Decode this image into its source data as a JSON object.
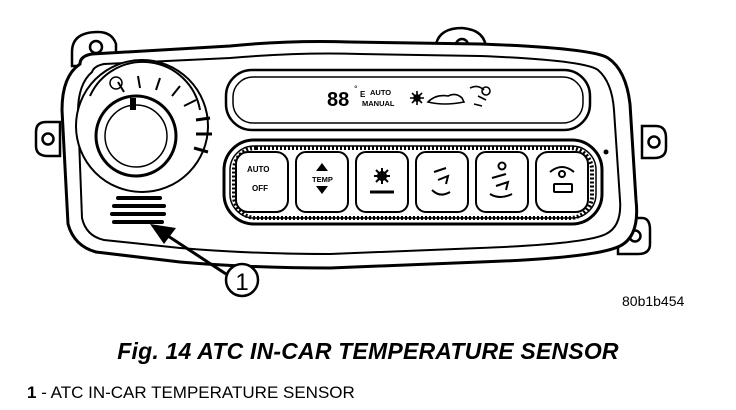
{
  "figure": {
    "display": {
      "digits": "88",
      "degree_mark": "°",
      "scale": "E",
      "mode_auto": "AUTO",
      "mode_manual": "MANUAL"
    },
    "buttons": [
      {
        "top": "AUTO",
        "bottom": "OFF"
      },
      {
        "top": "TEMP",
        "bottom": ""
      }
    ],
    "callout_number": "1",
    "reference_code": "80b1b454"
  },
  "caption": {
    "title": "Fig. 14 ATC IN-CAR TEMPERATURE SENSOR"
  },
  "legend": {
    "items": [
      {
        "number": "1",
        "text": "ATC IN-CAR TEMPERATURE SENSOR"
      }
    ]
  }
}
